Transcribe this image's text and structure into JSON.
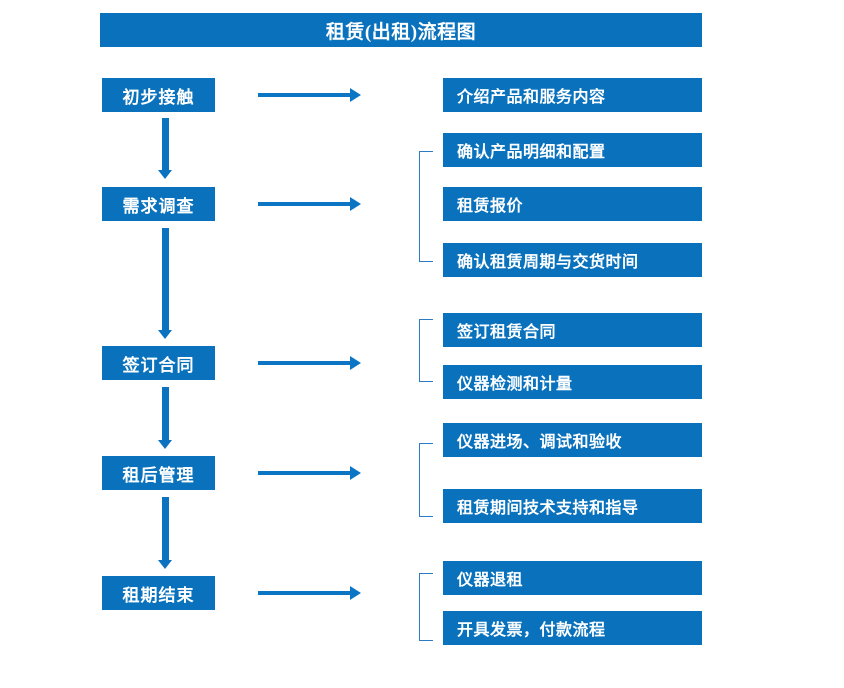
{
  "title": "租赁(出租)流程图",
  "colors": {
    "box_fill": "#0a72bd",
    "box_text": "#ffffff",
    "arrow": "#0c76c4",
    "vertical_arrow": "#0b72bf",
    "bracket": "#2b7bc4",
    "background": "#ffffff"
  },
  "stages": [
    {
      "label": "初步接触"
    },
    {
      "label": "需求调查"
    },
    {
      "label": "签订合同"
    },
    {
      "label": "租后管理"
    },
    {
      "label": "租期结束"
    }
  ],
  "details": [
    {
      "label": "介绍产品和服务内容"
    },
    {
      "label": "确认产品明细和配置"
    },
    {
      "label": "租赁报价"
    },
    {
      "label": "确认租赁周期与交货时间"
    },
    {
      "label": "签订租赁合同"
    },
    {
      "label": "仪器检测和计量"
    },
    {
      "label": "仪器进场、调试和验收"
    },
    {
      "label": "租赁期间技术支持和指导"
    },
    {
      "label": "仪器退租"
    },
    {
      "label": "开具发票，付款流程"
    }
  ],
  "flow": {
    "stage_to_detail_arrows": 5,
    "stage_to_stage_arrows": 4,
    "group_brackets": 4
  }
}
